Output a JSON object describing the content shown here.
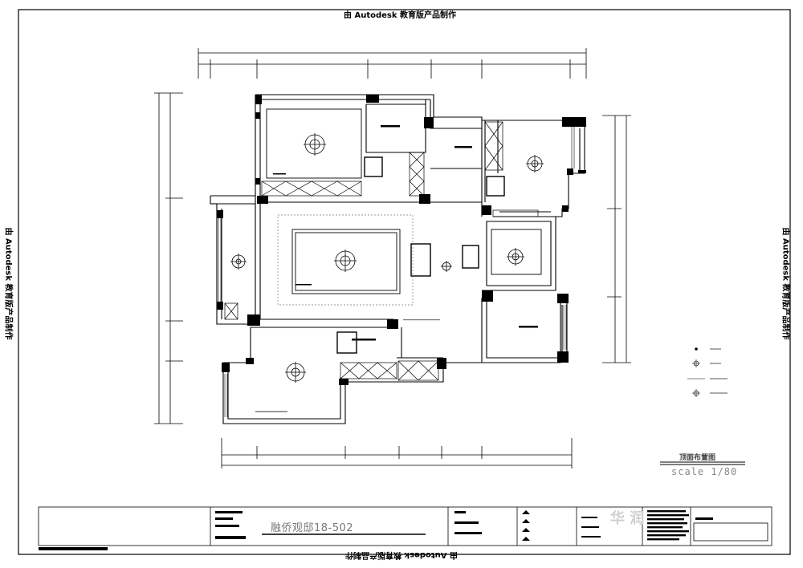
{
  "watermark": "由 Autodesk 教育版产品制作",
  "project_name": "融侨观邸18-502",
  "plan_title": "顶面布置图",
  "scale": "scale 1/80",
  "stamp": "华 润"
}
